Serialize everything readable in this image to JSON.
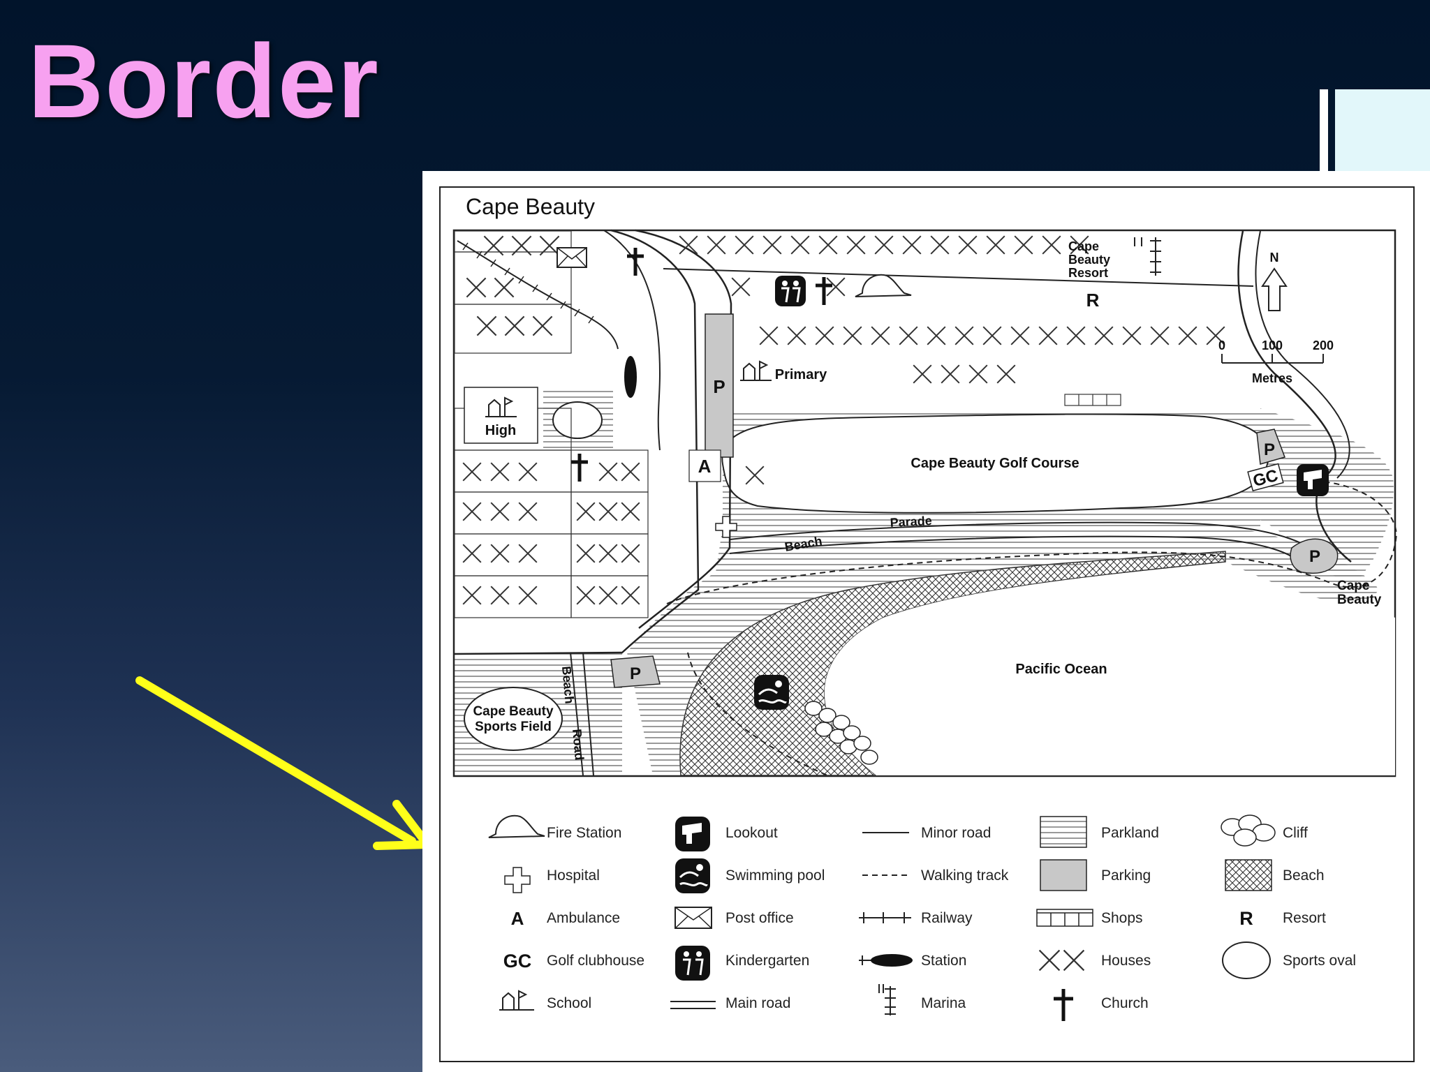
{
  "slide": {
    "title": "Border",
    "accent_color": "#f7a1f0",
    "arrow_color": "#ffff1a"
  },
  "map": {
    "title": "Cape Beauty",
    "labels": {
      "resort": [
        "Cape",
        "Beauty",
        "Resort"
      ],
      "resort_symbol": "R",
      "north": "N",
      "scale_ticks": [
        "0",
        "100",
        "200"
      ],
      "scale_unit": "Metres",
      "high_school": "High",
      "primary_school": "Primary",
      "parking": "P",
      "ambulance": "A",
      "golf_course": "Cape Beauty Golf Course",
      "golf_clubhouse": "GC",
      "beach_parade_1": "Beach",
      "beach_parade_2": "Parade",
      "cape_beauty": [
        "Cape",
        "Beauty"
      ],
      "pacific_ocean": "Pacific Ocean",
      "sports_field": [
        "Cape Beauty",
        "Sports Field"
      ],
      "beach_road_1": "Beach",
      "beach_road_2": "Road"
    }
  },
  "legend": {
    "col1": [
      {
        "icon": "fire-station-icon",
        "label": "Fire Station"
      },
      {
        "icon": "hospital-icon",
        "label": "Hospital",
        "symbol": ""
      },
      {
        "icon": "ambulance-icon",
        "label": "Ambulance",
        "symbol": "A"
      },
      {
        "icon": "golf-clubhouse-icon",
        "label": "Golf clubhouse",
        "symbol": "GC"
      },
      {
        "icon": "school-icon",
        "label": "School"
      }
    ],
    "col2": [
      {
        "icon": "lookout-icon",
        "label": "Lookout"
      },
      {
        "icon": "swimming-pool-icon",
        "label": "Swimming pool"
      },
      {
        "icon": "post-office-icon",
        "label": "Post office"
      },
      {
        "icon": "kindergarten-icon",
        "label": "Kindergarten"
      },
      {
        "icon": "main-road-icon",
        "label": "Main road"
      }
    ],
    "col3": [
      {
        "icon": "minor-road-icon",
        "label": "Minor road"
      },
      {
        "icon": "walking-track-icon",
        "label": "Walking track"
      },
      {
        "icon": "railway-icon",
        "label": "Railway"
      },
      {
        "icon": "station-icon",
        "label": "Station"
      },
      {
        "icon": "marina-icon",
        "label": "Marina"
      }
    ],
    "col4": [
      {
        "icon": "parkland-icon",
        "label": "Parkland"
      },
      {
        "icon": "parking-icon",
        "label": "Parking"
      },
      {
        "icon": "shops-icon",
        "label": "Shops"
      },
      {
        "icon": "houses-icon",
        "label": "Houses"
      },
      {
        "icon": "church-icon",
        "label": "Church"
      }
    ],
    "col5": [
      {
        "icon": "cliff-icon",
        "label": "Cliff"
      },
      {
        "icon": "beach-icon",
        "label": "Beach"
      },
      {
        "icon": "resort-icon",
        "label": "Resort",
        "symbol": "R"
      },
      {
        "icon": "sports-oval-icon",
        "label": "Sports oval"
      }
    ]
  }
}
